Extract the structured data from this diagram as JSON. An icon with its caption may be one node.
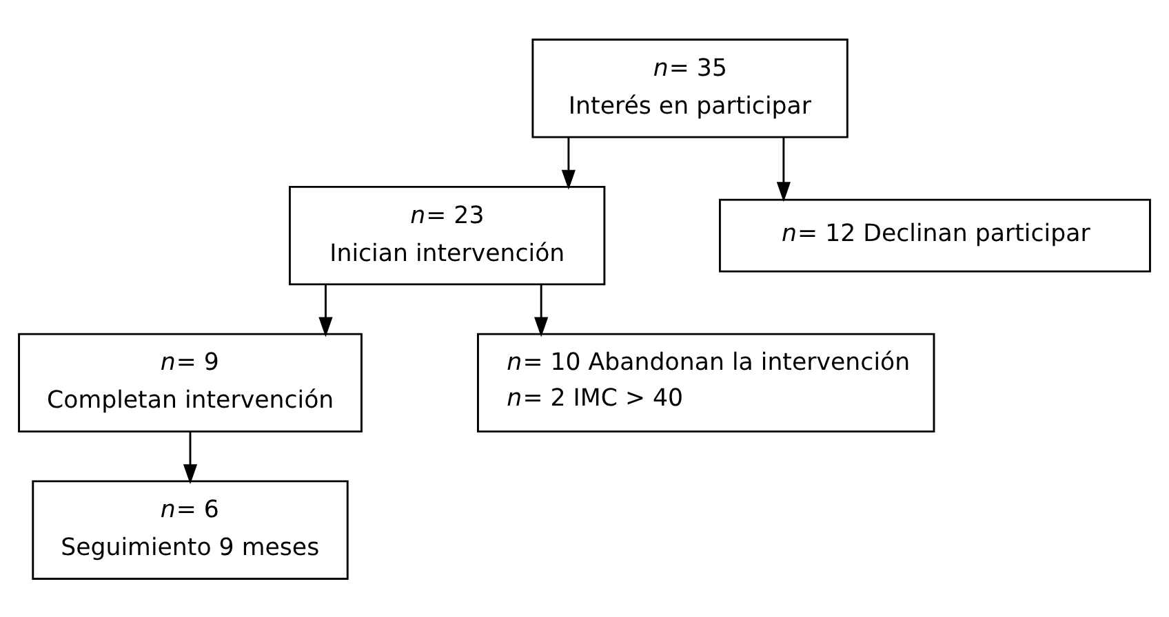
{
  "diagram": {
    "nodes": [
      {
        "text": [
          "*n*= 35",
          "Interés en participar"
        ]
      },
      {
        "text": [
          "*n*= 23",
          "Inician intervención"
        ]
      },
      {
        "text": [
          "*n*= 12 Declinan participar"
        ]
      },
      {
        "text": [
          "*n*= 9",
          "Completan intervención"
        ]
      },
      {
        "text": [
          "*n*= 10 Abandonan la intervención",
          "*n*= 2 IMC > 40"
        ]
      },
      {
        "text": [
          "*n*= 6",
          "Seguimiento 9 meses"
        ]
      }
    ],
    "edges": [
      {
        "from": 0,
        "to": 1,
        "arrow": "to"
      },
      {
        "from": 0,
        "to": 2,
        "arrow": "to"
      },
      {
        "from": 1,
        "to": 3,
        "arrow": "to"
      },
      {
        "from": 1,
        "to": 4,
        "arrow": "to"
      },
      {
        "from": 3,
        "to": 5,
        "arrow": "to"
      }
    ]
  }
}
